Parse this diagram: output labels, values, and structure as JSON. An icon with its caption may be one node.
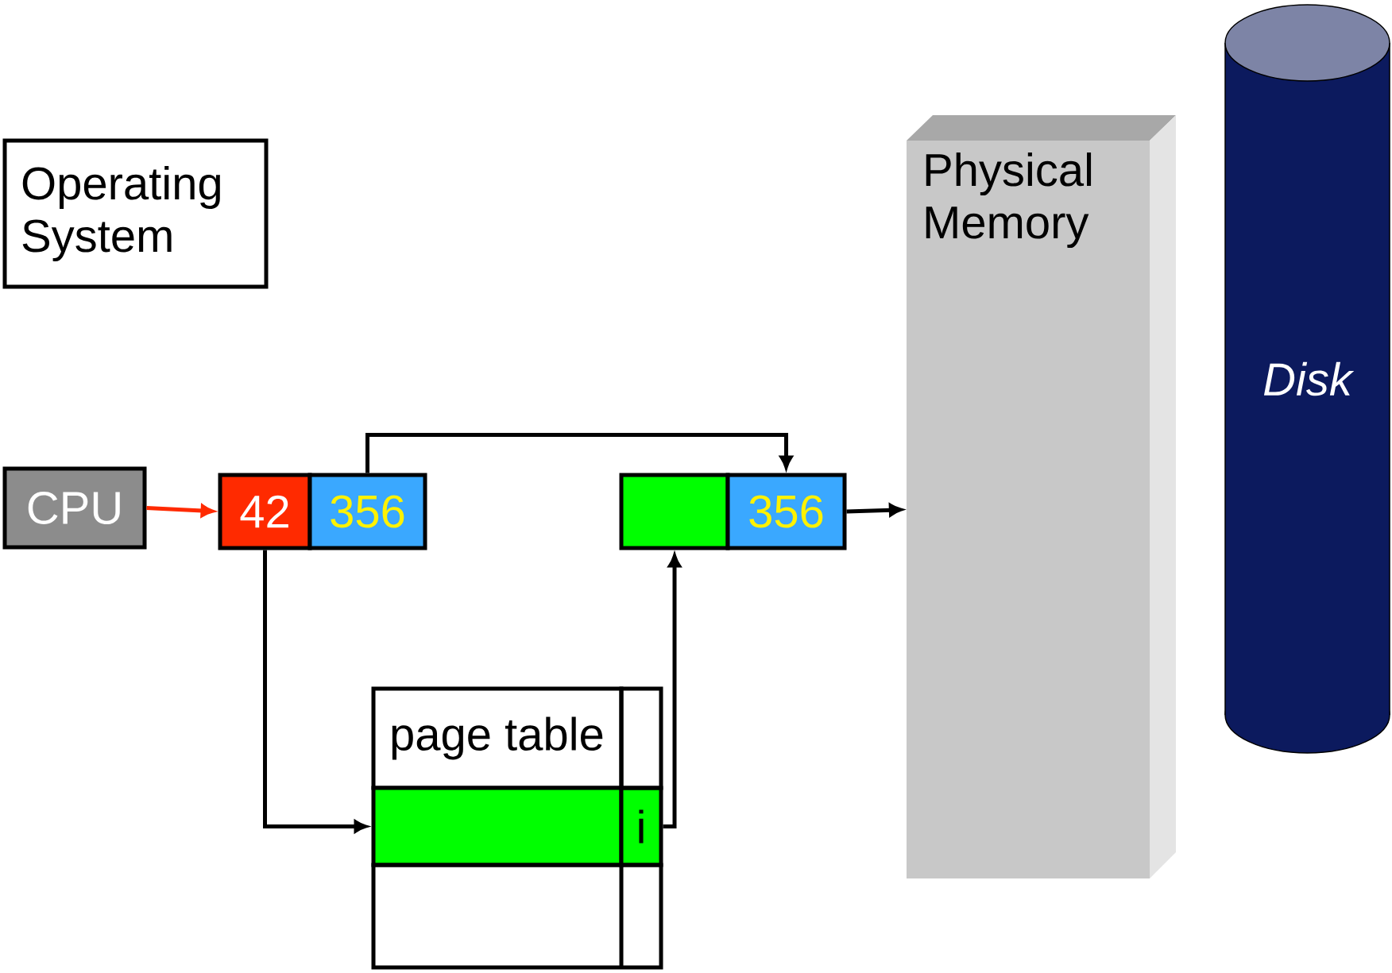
{
  "diagram": {
    "nodes": [
      {
        "text": [
          "Operating System"
        ]
      },
      {
        "text": [
          "CPU"
        ]
      },
      {
        "text": [
          "42"
        ]
      },
      {
        "text": [
          "356"
        ]
      },
      {
        "text": [],
        "shape": "box"
      },
      {
        "text": [
          "356"
        ]
      },
      {
        "text": [
          "Physical Memory"
        ]
      },
      {
        "text": [
          "Disk"
        ]
      },
      {
        "text": [
          "page table"
        ]
      },
      {
        "text": [],
        "shape": "box"
      },
      {
        "text": [
          "i"
        ]
      }
    ],
    "edges": [
      {
        "from": 1,
        "to": 2,
        "arrow": "to",
        "color": "#ff2a00"
      },
      {
        "from": 3,
        "to": 5,
        "arrow": "to"
      },
      {
        "from": 2,
        "to": 9,
        "arrow": "to"
      },
      {
        "from": 10,
        "to": 4,
        "arrow": "to"
      },
      {
        "from": 5,
        "to": 6,
        "arrow": "to"
      }
    ]
  }
}
